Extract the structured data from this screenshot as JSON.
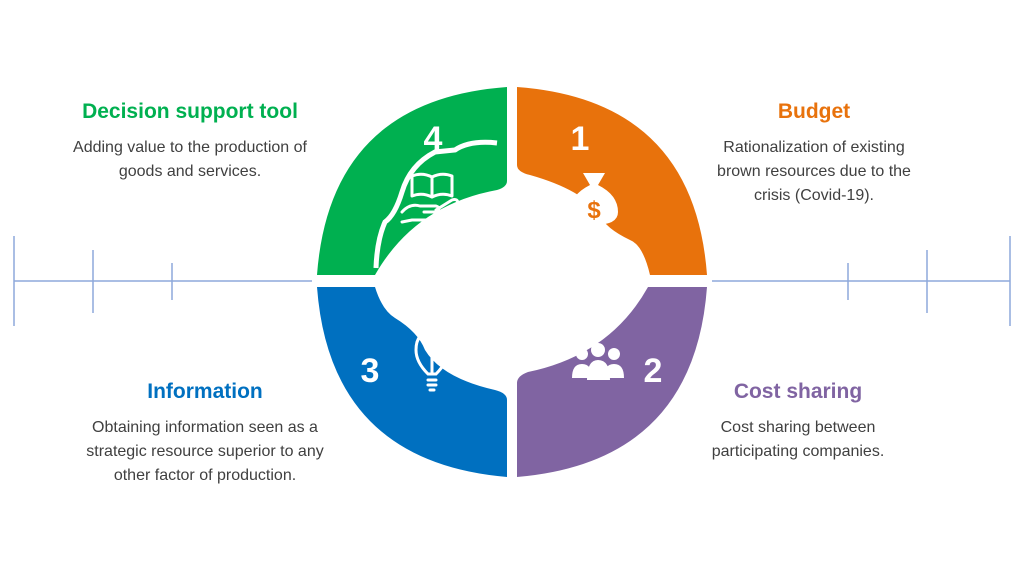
{
  "segments": [
    {
      "key": "budget",
      "number": "1",
      "title": "Budget",
      "description_lines": [
        "Rationalization of existing",
        "brown resources due to the",
        "crisis (Covid-19)."
      ],
      "color": "#E8720C",
      "icon": "money-bag-icon"
    },
    {
      "key": "cost",
      "number": "2",
      "title": "Cost sharing",
      "description_lines": [
        "Cost sharing between",
        "participating companies."
      ],
      "color": "#8064A2",
      "icon": "people-group-icon"
    },
    {
      "key": "info",
      "number": "3",
      "title": "Information",
      "description_lines": [
        "Obtaining information seen as a",
        "strategic resource superior to any",
        "other factor of production."
      ],
      "color": "#0070C0",
      "icon": "lightbulb-icon"
    },
    {
      "key": "decision",
      "number": "4",
      "title": "Decision support tool",
      "description_lines": [
        "Adding value to the production of",
        "goods and services."
      ],
      "color": "#00B050",
      "icon": "book-in-hand-icon"
    }
  ],
  "timeline_color": "#8EA9DB"
}
